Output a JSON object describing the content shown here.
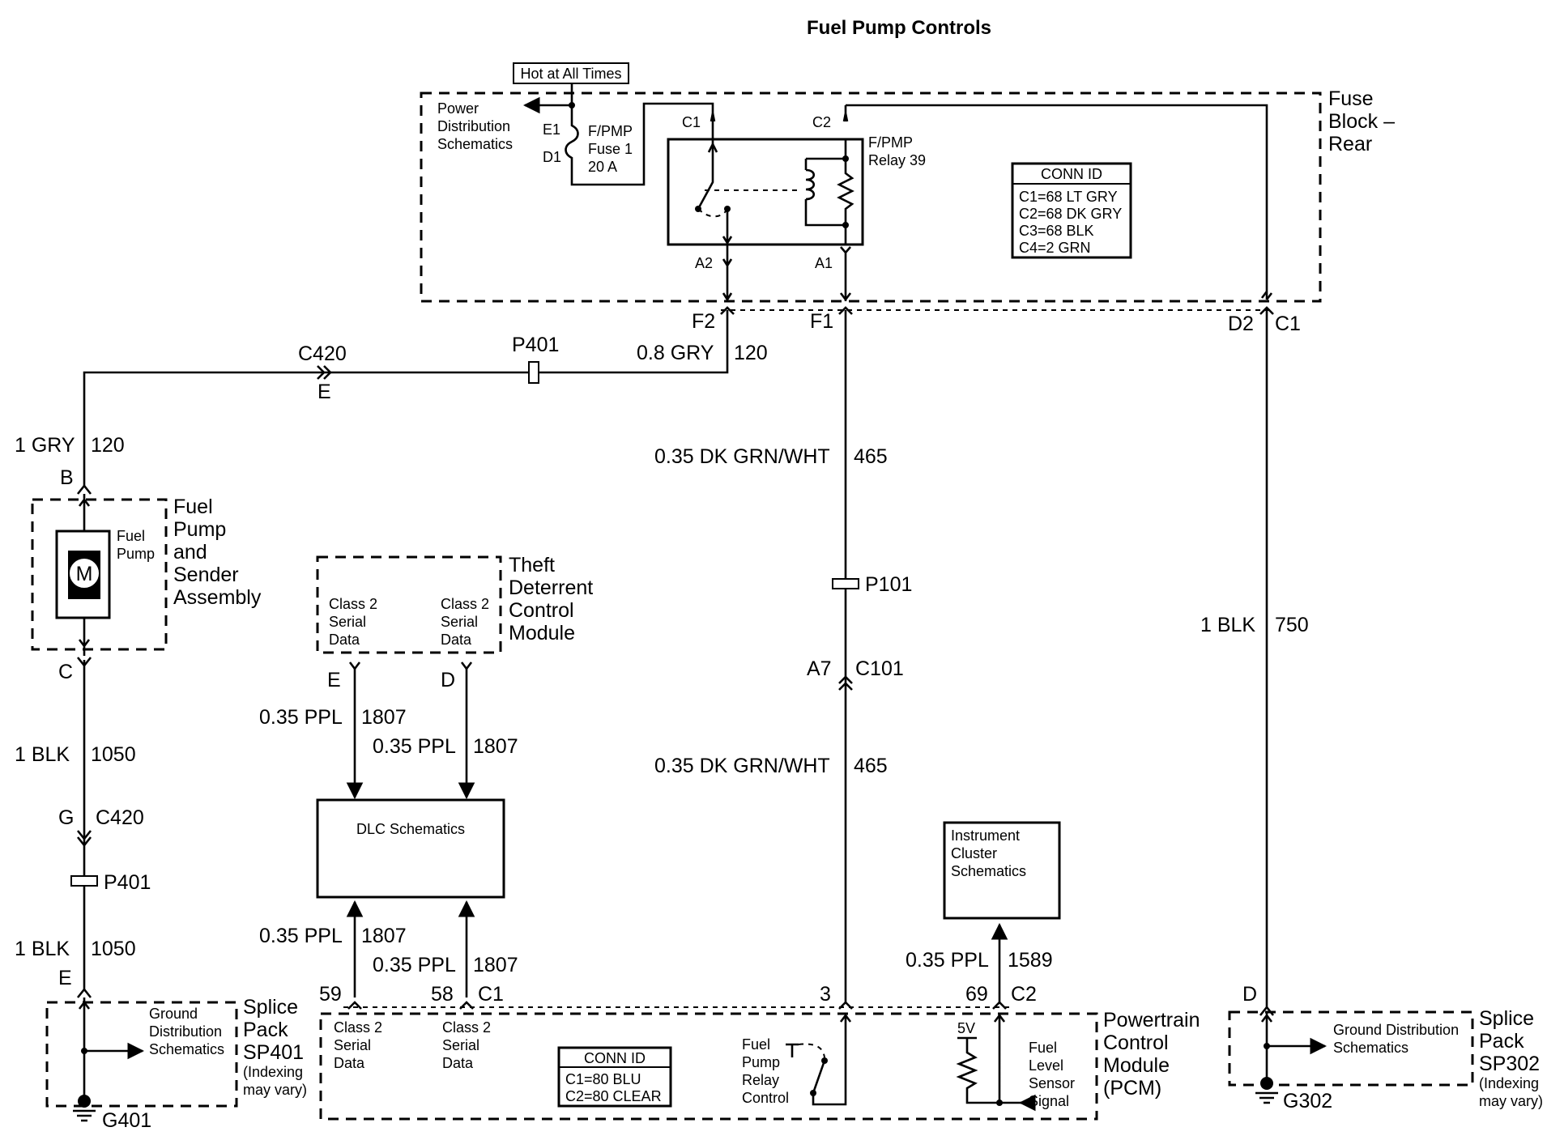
{
  "title": "Fuel Pump Controls",
  "fuse_block": {
    "hot_label": "Hot at All Times",
    "power_dist": [
      "Power",
      "Distribution",
      "Schematics"
    ],
    "fuse_pin_in": "E1",
    "fuse_pin_out": "D1",
    "fuse_label": [
      "F/PMP",
      "Fuse 1",
      "20 A"
    ],
    "relay_pin_c1": "C1",
    "relay_pin_c2": "C2",
    "relay_label": [
      "F/PMP",
      "Relay 39"
    ],
    "relay_pin_a2": "A2",
    "relay_pin_a1": "A1",
    "conn_id": {
      "title": "CONN ID",
      "lines": [
        "C1=68 LT GRY",
        "C2=68 DK GRY",
        "C3=68 BLK",
        "C4=2 GRN"
      ]
    },
    "name": [
      "Fuse",
      "Block –",
      "Rear"
    ],
    "pin_f2": "F2",
    "pin_f1": "F1",
    "pin_d2": "D2",
    "conn_c1": "C1"
  },
  "wires": {
    "c420_top": "C420",
    "c420_top_pin": "E",
    "p401_top": "P401",
    "gry_08": "0.8 GRY",
    "gry_08_circuit": "120",
    "gry_1": "1 GRY",
    "gry_1_circuit": "120",
    "blk_1050_a": "1 BLK",
    "blk_1050_a_circuit": "1050",
    "c420_bottom_pin": "G",
    "c420_bottom": "C420",
    "p401_bottom": "P401",
    "blk_1050_b": "1 BLK",
    "blk_1050_b_circuit": "1050",
    "dkgrn_a": "0.35 DK GRN/WHT",
    "dkgrn_a_circuit": "465",
    "p101": "P101",
    "a7": "A7",
    "c101": "C101",
    "dkgrn_b": "0.35 DK GRN/WHT",
    "dkgrn_b_circuit": "465",
    "blk_750": "1 BLK",
    "blk_750_circuit": "750",
    "ppl_e": "0.35 PPL",
    "ppl_e_circuit": "1807",
    "ppl_d": "0.35 PPL",
    "ppl_d_circuit": "1807",
    "ppl_59": "0.35 PPL",
    "ppl_59_circuit": "1807",
    "ppl_58": "0.35 PPL",
    "ppl_58_circuit": "1807",
    "ppl_1589": "0.35 PPL",
    "ppl_1589_circuit": "1589"
  },
  "fuel_pump": {
    "pin_b": "B",
    "pin_c": "C",
    "motor": "M",
    "label": [
      "Fuel",
      "Pump"
    ],
    "name": [
      "Fuel",
      "Pump",
      "and",
      "Sender",
      "Assembly"
    ]
  },
  "theft": {
    "left_label": [
      "Class 2",
      "Serial",
      "Data"
    ],
    "right_label": [
      "Class 2",
      "Serial",
      "Data"
    ],
    "name": [
      "Theft",
      "Deterrent",
      "Control",
      "Module"
    ],
    "pin_e": "E",
    "pin_d": "D"
  },
  "dlc": {
    "label": "DLC Schematics"
  },
  "instrument": {
    "label": [
      "Instrument",
      "Cluster",
      "Schematics"
    ]
  },
  "sp401": {
    "pin_e": "E",
    "ground_label": [
      "Ground",
      "Distribution",
      "Schematics"
    ],
    "name": [
      "Splice",
      "Pack",
      "SP401"
    ],
    "note": [
      "(Indexing",
      "may vary)"
    ],
    "ground": "G401"
  },
  "pcm": {
    "pin_59": "59",
    "pin_58": "58",
    "conn_c1": "C1",
    "pin_3": "3",
    "pin_69": "69",
    "conn_c2": "C2",
    "class2_left": [
      "Class 2",
      "Serial",
      "Data"
    ],
    "class2_right": [
      "Class 2",
      "Serial",
      "Data"
    ],
    "conn_id": {
      "title": "CONN ID",
      "lines": [
        "C1=80 BLU",
        "C2=80 CLEAR"
      ]
    },
    "relay_control": [
      "Fuel",
      "Pump",
      "Relay",
      "Control"
    ],
    "voltage": "5V",
    "sensor_label": [
      "Fuel",
      "Level",
      "Sensor",
      "Signal"
    ],
    "name": [
      "Powertrain",
      "Control",
      "Module",
      "(PCM)"
    ]
  },
  "sp302": {
    "pin_d": "D",
    "ground_label": [
      "Ground Distribution",
      "Schematics"
    ],
    "name": [
      "Splice",
      "Pack",
      "SP302"
    ],
    "note": [
      "(Indexing",
      "may vary)"
    ],
    "ground": "G302"
  }
}
